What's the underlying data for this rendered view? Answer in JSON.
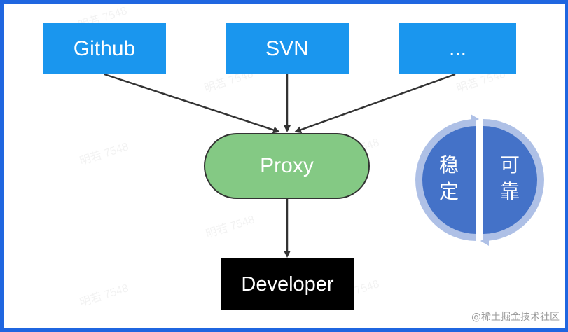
{
  "sources": [
    {
      "label": "Github"
    },
    {
      "label": "SVN"
    },
    {
      "label": "..."
    }
  ],
  "proxy": {
    "label": "Proxy"
  },
  "developer": {
    "label": "Developer"
  },
  "cycle": {
    "left": "稳\n定",
    "right": "可\n靠"
  },
  "watermark": "明若 7548",
  "footer": "@稀土掘金技术社区"
}
